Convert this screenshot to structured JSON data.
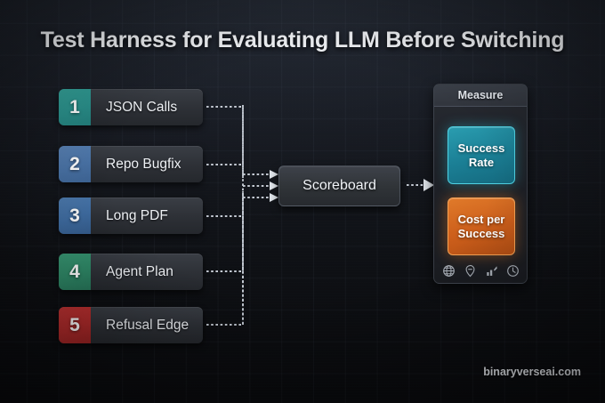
{
  "title": "Test Harness for Evaluating LLM Before Switching",
  "footer": "binaryverseai.com",
  "colors": {
    "background": "#0e1014",
    "card_body": "#2d3036",
    "step1_accent": "#2c9a93",
    "step2_accent": "#4a74a8",
    "step3_accent": "#3f6da3",
    "step4_accent": "#2f8a68",
    "step5_accent": "#b32b2b",
    "success_tile": "#1b7f95",
    "cost_tile": "#cd5f1b",
    "connector": "#c9cfd8"
  },
  "steps": [
    {
      "number": "1",
      "label": "JSON Calls",
      "accent": "#2c9a93"
    },
    {
      "number": "2",
      "label": "Repo Bugfix",
      "accent": "#4a74a8"
    },
    {
      "number": "3",
      "label": "Long PDF",
      "accent": "#3f6da3"
    },
    {
      "number": "4",
      "label": "Agent Plan",
      "accent": "#2f8a68"
    },
    {
      "number": "5",
      "label": "Refusal Edge",
      "accent": "#b32b2b"
    }
  ],
  "hub": {
    "label": "Scoreboard"
  },
  "measure": {
    "header": "Measure",
    "tiles": [
      {
        "line1": "Success",
        "line2": "Rate"
      },
      {
        "line1": "Cost per",
        "line2": "Success"
      }
    ],
    "icons": [
      "globe-icon",
      "location-pin-icon",
      "bar-chart-icon",
      "clock-icon"
    ]
  }
}
